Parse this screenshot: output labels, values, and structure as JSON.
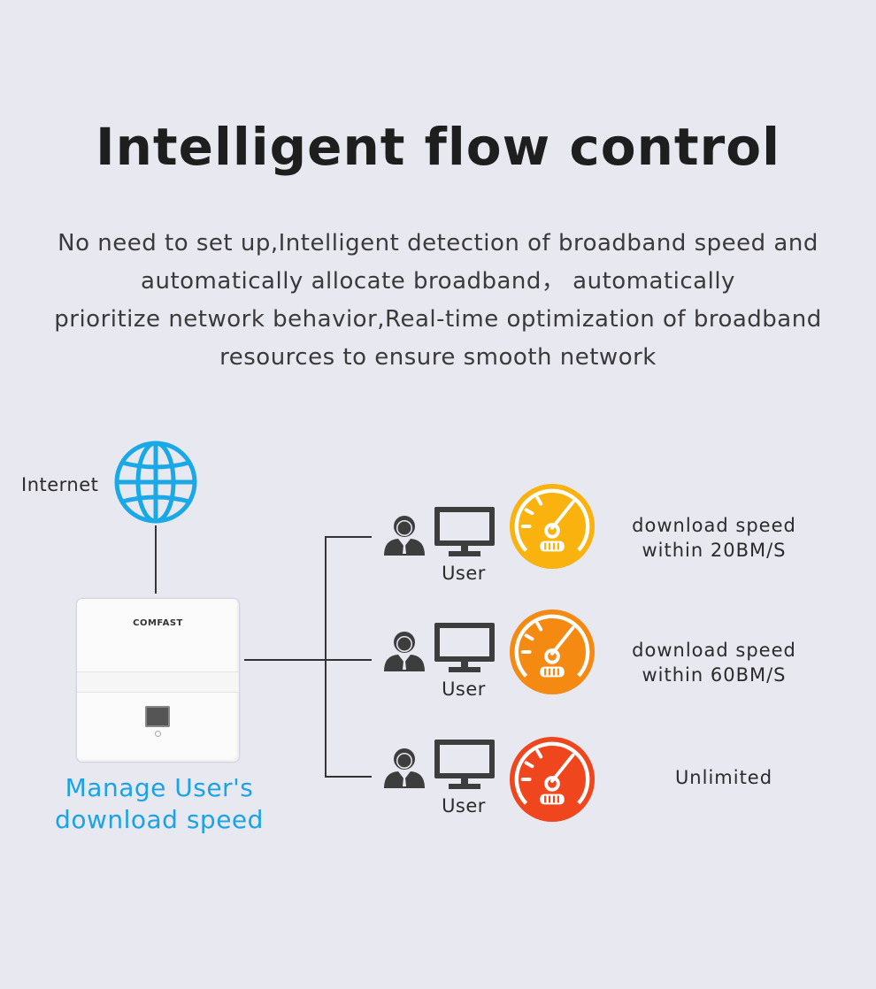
{
  "title": "Intelligent flow control",
  "description": [
    "No need to set up,Intelligent detection of broadband speed and",
    "automatically allocate broadband， automatically",
    "prioritize network behavior,Real-time optimization of broadband",
    "resources to ensure smooth network"
  ],
  "internet_label": "Internet",
  "device": {
    "brand": "COMFAST"
  },
  "manage_label": [
    "Manage User's",
    "download speed"
  ],
  "users": [
    {
      "label": "User",
      "speed_lines": [
        "download speed",
        "within 20BM/S"
      ],
      "gauge_color": "#f9b20e",
      "gauge_color_2": "#ffc21a"
    },
    {
      "label": "User",
      "speed_lines": [
        "download speed",
        "within 60BM/S"
      ],
      "gauge_color": "#f58a12",
      "gauge_color_2": "#ff9a1f"
    },
    {
      "label": "User",
      "speed_lines": [
        "Unlimited"
      ],
      "gauge_color": "#f0461e",
      "gauge_color_2": "#ff5a28"
    }
  ],
  "colors": {
    "globe": "#1ba8e6",
    "manage_text": "#1aa3e6",
    "icon_gray": "#3d3d3d"
  },
  "icons": {
    "globe": "globe-icon",
    "person": "person-icon",
    "monitor": "monitor-icon",
    "gauge": "speedometer-icon"
  }
}
